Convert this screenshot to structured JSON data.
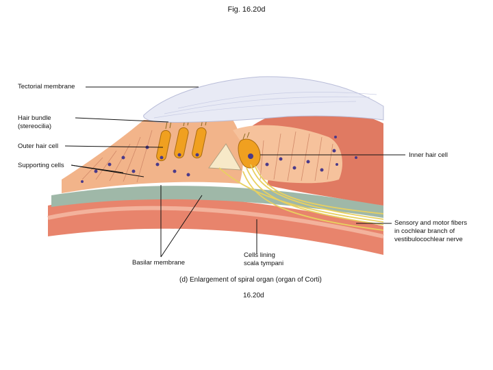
{
  "figure_title": "Fig. 16.20d",
  "labels": {
    "tectorial_membrane": "Tectorial membrane",
    "hair_bundle_line1": "Hair bundle",
    "hair_bundle_line2": "(stereocilia)",
    "outer_hair_cell": "Outer hair cell",
    "supporting_cells": "Supporting cells",
    "inner_hair_cell": "Inner hair cell",
    "nerve_line1": "Sensory and motor fibers",
    "nerve_line2": "in cochlear branch of",
    "nerve_line3": "vestibulocochlear nerve",
    "cells_lining_line1": "Cells lining",
    "cells_lining_line2": "scala tympani",
    "basilar_membrane": "Basilar membrane"
  },
  "caption": "(d) Enlargement of spiral organ (organ of Corti)",
  "figure_code": "16.20d",
  "colors": {
    "tectorial": "#e8eaf5",
    "cells": "#f2b48a",
    "hair_cell": "#f0a020",
    "nucleus": "#4a3a8a",
    "tissue": "#e8846c",
    "basilar": "#9fb8a8",
    "nerve": "#e8d060"
  }
}
